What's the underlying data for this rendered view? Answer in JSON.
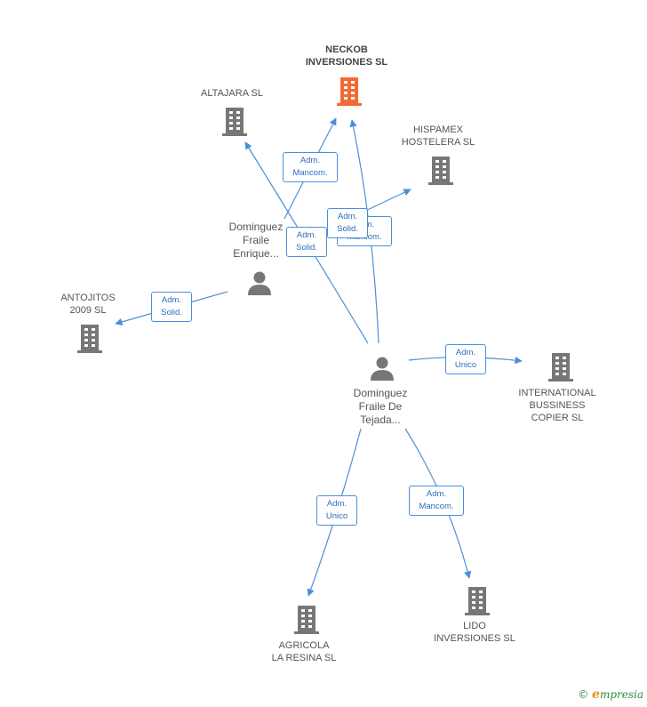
{
  "companies": {
    "neckob": {
      "line1": "NECKOB",
      "line2": "INVERSIONES SL"
    },
    "altajara": {
      "line1": "ALTAJARA SL"
    },
    "hispamex": {
      "line1": "HISPAMEX",
      "line2": "HOSTELERA SL"
    },
    "antojitos": {
      "line1": "ANTOJITOS",
      "line2": "2009 SL"
    },
    "international": {
      "line1": "INTERNATIONAL",
      "line2": "BUSSINESS",
      "line3": "COPIER SL"
    },
    "agricola": {
      "line1": "AGRICOLA",
      "line2": "LA RESINA  SL"
    },
    "lido": {
      "line1": "LIDO",
      "line2": "INVERSIONES SL"
    }
  },
  "persons": {
    "enrique": {
      "line1": "Dominguez",
      "line2": "Fraile",
      "line3": "Enrique..."
    },
    "tejada": {
      "line1": "Dominguez",
      "line2": "Fraile De",
      "line3": "Tejada..."
    }
  },
  "relations": {
    "r1": {
      "line1": "Adm.",
      "line2": "Mancom."
    },
    "r2": {
      "line1": "Adm.",
      "line2": "Solid."
    },
    "r3": {
      "line1": "Adm.",
      "line2": "Mancom."
    },
    "r4": {
      "line1": "Adm.",
      "line2": "Solid."
    },
    "r5": {
      "line1": "Adm.",
      "line2": "Solid."
    },
    "r6": {
      "line1": "Adm.",
      "line2": "Unico"
    },
    "r7": {
      "line1": "Adm.",
      "line2": "Unico"
    },
    "r8": {
      "line1": "Adm.",
      "line2": "Mancom."
    }
  },
  "colors": {
    "main_company": "#f26b35",
    "company": "#777777",
    "person": "#777777",
    "edge": "#4a90d9"
  },
  "footer": {
    "copyright": "©",
    "brand_initial": "e",
    "brand_rest": "mpresia"
  }
}
